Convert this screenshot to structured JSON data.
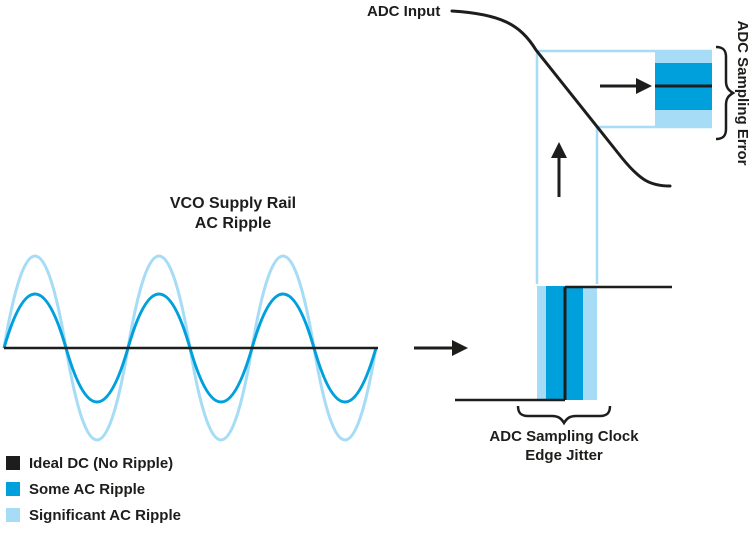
{
  "colors": {
    "black": "#1d1d1b",
    "blue_mid": "#00a0dc",
    "blue_light": "#a6dcf5"
  },
  "left_chart": {
    "title_line1": "VCO Supply Rail",
    "title_line2": "AC Ripple"
  },
  "right_diagram": {
    "adc_input_label": "ADC Input",
    "jitter_label_line1": "ADC Sampling Clock",
    "jitter_label_line2": "Edge Jitter",
    "sampling_error_label": "ADC Sampling Error"
  },
  "legend": {
    "items": [
      {
        "label": "Ideal DC (No Ripple)",
        "color": "#1d1d1b"
      },
      {
        "label": "Some AC Ripple",
        "color": "#00a0dc"
      },
      {
        "label": "Significant AC Ripple",
        "color": "#a6dcf5"
      }
    ]
  }
}
